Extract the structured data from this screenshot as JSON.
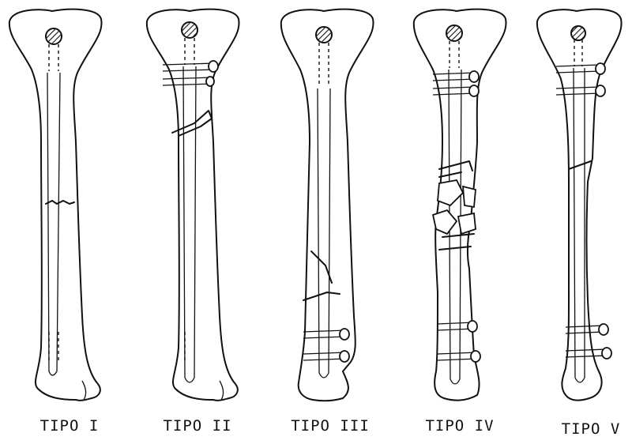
{
  "figure": {
    "panels": [
      {
        "label": "TIPO I"
      },
      {
        "label": "TIPO II"
      },
      {
        "label": "TIPO III"
      },
      {
        "label": "TIPO IV"
      },
      {
        "label": "TIPO V"
      }
    ]
  }
}
